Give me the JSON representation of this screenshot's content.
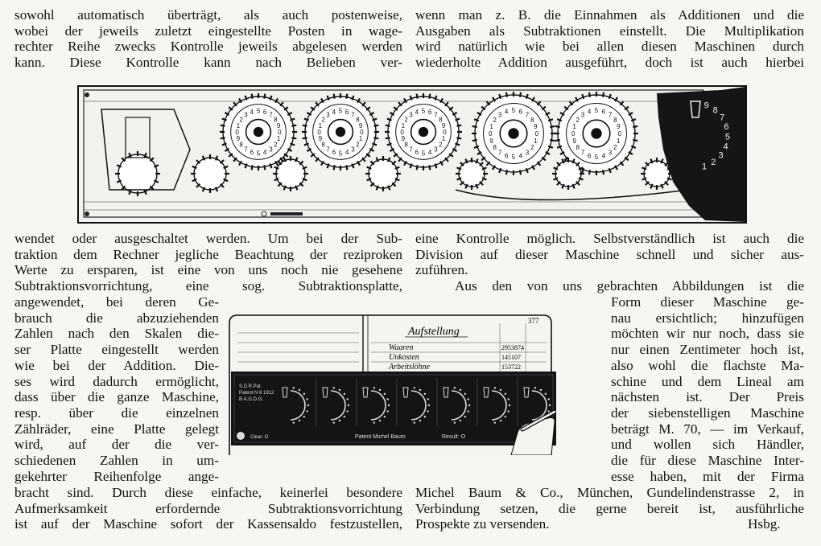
{
  "col_left_top": [
    "sowohl automatisch überträgt, als auch postenweise,",
    "wobei der jeweils zuletzt eingestellte Posten in wage-",
    "rechter Reihe zwecks Kontrolle jeweils abgelesen werden",
    "kann. Diese Kontrolle kann nach Belieben ver-"
  ],
  "col_right_top": [
    "wenn man z. B. die Einnahmen als Additionen und die",
    "Ausgaben als Subtraktionen einstellt. Die Multiplikation",
    "wird natürlich wie bei allen diesen Maschinen durch",
    "wiederholte Addition ausgeführt, doch ist auch hierbei"
  ],
  "col_left_mid": [
    "wendet oder ausgeschaltet werden. Um bei der Sub-",
    "traktion dem Rechner jegliche Beachtung der reziproken",
    "Werte zu ersparen, ist eine von uns noch nie gesehene",
    "Subtraktionsvorrichtung, eine sog. Subtraktionsplatte,"
  ],
  "col_left_narrow": [
    "angewendet, bei deren Ge-",
    "brauch die abzuziehenden",
    "Zahlen nach den Skalen die-",
    "ser Platte eingestellt werden",
    "wie bei der Addition. Die-",
    "ses wird dadurch ermöglicht,",
    "dass über die ganze Maschine,",
    "resp. über die einzelnen",
    "Zählräder, eine Platte gelegt",
    "wird, auf der die ver-",
    "schiedenen Zahlen in um-",
    "gekehrter Reihenfolge ange-"
  ],
  "col_left_bottom": [
    "bracht sind. Durch diese einfache, keinerlei besondere",
    "Aufmerksamkeit erfordernde Subtraktionsvorrichtung",
    "ist auf der Maschine sofort der Kassensaldo festzustellen,"
  ],
  "col_right_mid": [
    "eine Kontrolle möglich. Selbstverständlich ist auch die",
    "Division auf dieser Maschine schnell und sicher aus-",
    "zuführen."
  ],
  "col_right_para2_first": "Aus den von uns gebrachten Abbildungen ist die",
  "col_right_narrow": [
    "Form dieser Maschine ge-",
    "nau ersichtlich; hinzufügen",
    "möchten wir nur noch, dass sie",
    "nur einen Zentimeter hoch ist,",
    "also wohl die flachste Ma-",
    "schine und dem Lineal am",
    "nächsten ist. Der Preis",
    "der siebenstelligen Maschine",
    "beträgt M. 70, — im Verkauf,",
    "und wollen sich Händler,",
    "die für diese Maschine Inter-",
    "esse haben, mit der Firma"
  ],
  "col_right_bottom": [
    "Michel Baum & Co., München, Gundelindenstrasse 2, in",
    "Verbindung setzen, die gerne bereit ist, ausführliche"
  ],
  "col_right_last": "Prospekte zu versenden.",
  "signature": "Hsbg.",
  "figure_machine": {
    "dial_numbers": [
      "9",
      "8",
      "7",
      "6",
      "5",
      "4",
      "3",
      "2",
      "1"
    ]
  },
  "figure_plate": {
    "ledger_heading": "Aufstellung",
    "page_number": "377",
    "ledger_rows": [
      {
        "label": "Waaren",
        "amount": "2953874"
      },
      {
        "label": "Unkosten",
        "amount": "145107"
      },
      {
        "label": "Arbeitslöhne",
        "amount": "153722"
      }
    ],
    "plate_text_left_1": "S.D.R.Pat.",
    "plate_text_left_2": "Patent N 8 1912",
    "plate_text_left_3": "B.A.G.D.G.",
    "plate_text_center": "Patent  Michel Baum",
    "plate_text_right": "Result: O",
    "plate_text_clear": "Clear: O"
  }
}
